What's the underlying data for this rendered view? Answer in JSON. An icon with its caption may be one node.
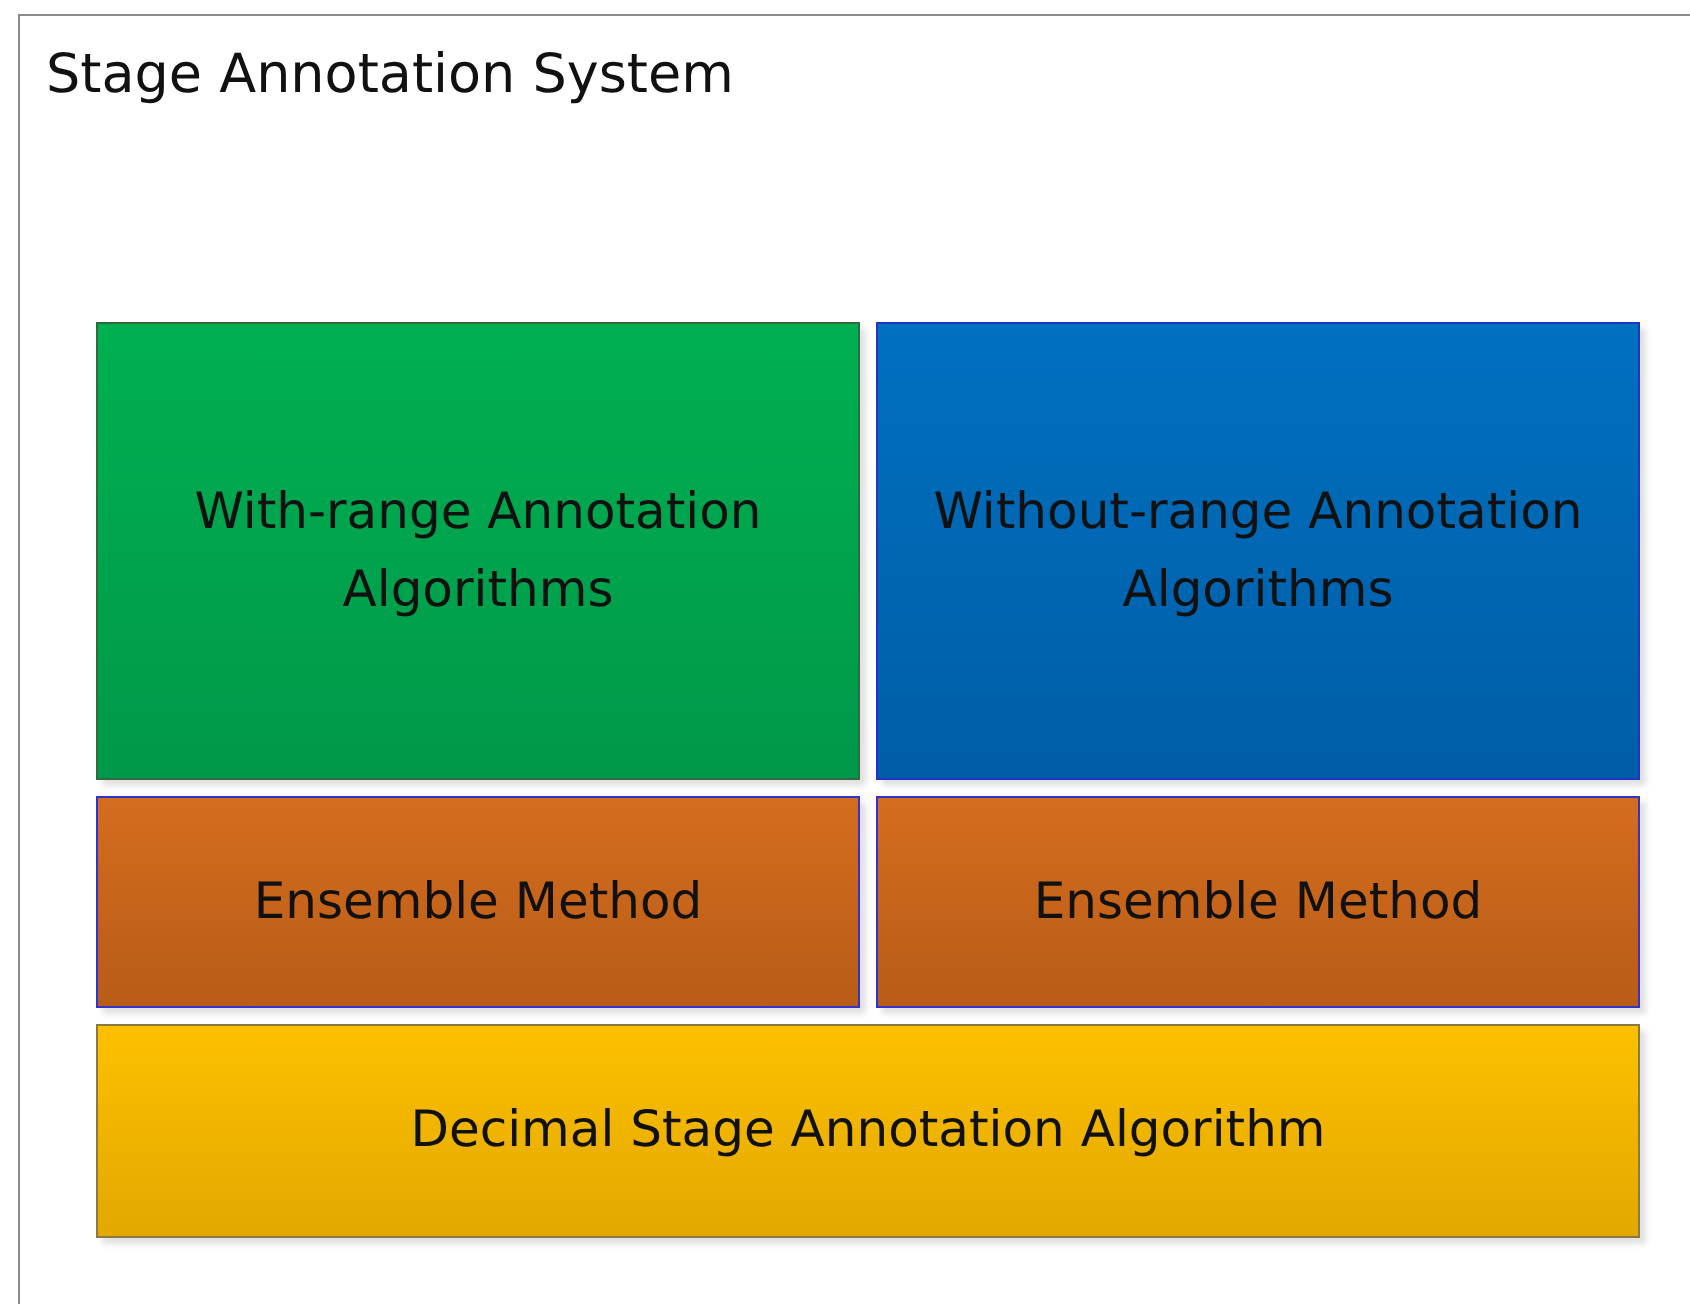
{
  "diagram": {
    "nodes": [
      {
        "text": [
          "Stage Annotation System"
        ]
      },
      {
        "text": [
          "With-range Annotation Algorithms"
        ],
        "in": 0
      },
      {
        "text": [
          "Without-range Annotation Algorithms"
        ],
        "in": 0
      },
      {
        "text": [
          "Ensemble Method"
        ],
        "in": 0
      },
      {
        "text": [
          "Ensemble Method"
        ],
        "in": 0
      },
      {
        "text": [
          "Decimal Stage Annotation Algorithm"
        ],
        "in": 0
      }
    ]
  }
}
